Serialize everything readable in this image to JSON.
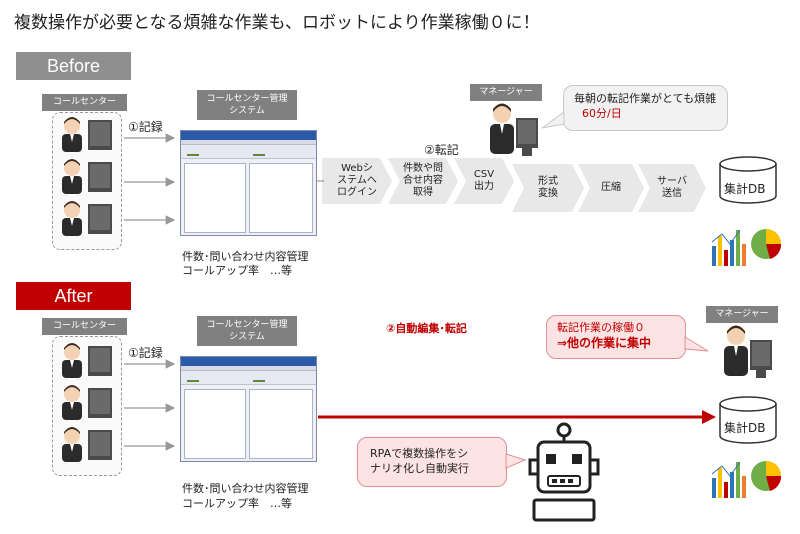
{
  "title": "複数操作が必要となる煩雑な作業も、ロボットにより作業稼働０に！",
  "before": {
    "label": "Before",
    "call_center": "コールセンター",
    "system_label": "コールセンター管理\nシステム",
    "record_label": "①記録",
    "transfer_label": "②転記",
    "caption_line1": "件数･問い合わせ内容管理",
    "caption_line2": "コールアップ率　…等",
    "manager_label": "マネージャー",
    "bubble_line1": "毎朝の転記作業がとても煩雑",
    "bubble_line2": "60分/日",
    "steps": [
      {
        "line1": "Webシ",
        "line2": "ステムへ",
        "line3": "ログイン"
      },
      {
        "line1": "件数や問",
        "line2": "合せ内容",
        "line3": "取得"
      },
      {
        "line1": "CSV",
        "line2": "出力",
        "line3": ""
      },
      {
        "line1": "形式",
        "line2": "変換",
        "line3": ""
      },
      {
        "line1": "圧縮",
        "line2": "",
        "line3": ""
      },
      {
        "line1": "サーバ",
        "line2": "送信",
        "line3": ""
      }
    ],
    "db_label": "集計DB"
  },
  "after": {
    "label": "After",
    "call_center": "コールセンター",
    "system_label": "コールセンター管理\nシステム",
    "record_label": "①記録",
    "auto_label": "②自動編集･転記",
    "caption_line1": "件数･問い合わせ内容管理",
    "caption_line2": "コールアップ率　…等",
    "manager_label": "マネージャー",
    "bubble_line1": "転記作業の稼働０",
    "bubble_line2": "⇒他の作業に集中",
    "rpa_line1": "RPAで複数操作をシ",
    "rpa_line2": "ナリオ化し自動実行",
    "db_label": "集計DB"
  },
  "colors": {
    "accent_red": "#c00000",
    "gray": "#808080",
    "chev_gray": "#e8e8e8",
    "arrow_red": "#c00000"
  }
}
